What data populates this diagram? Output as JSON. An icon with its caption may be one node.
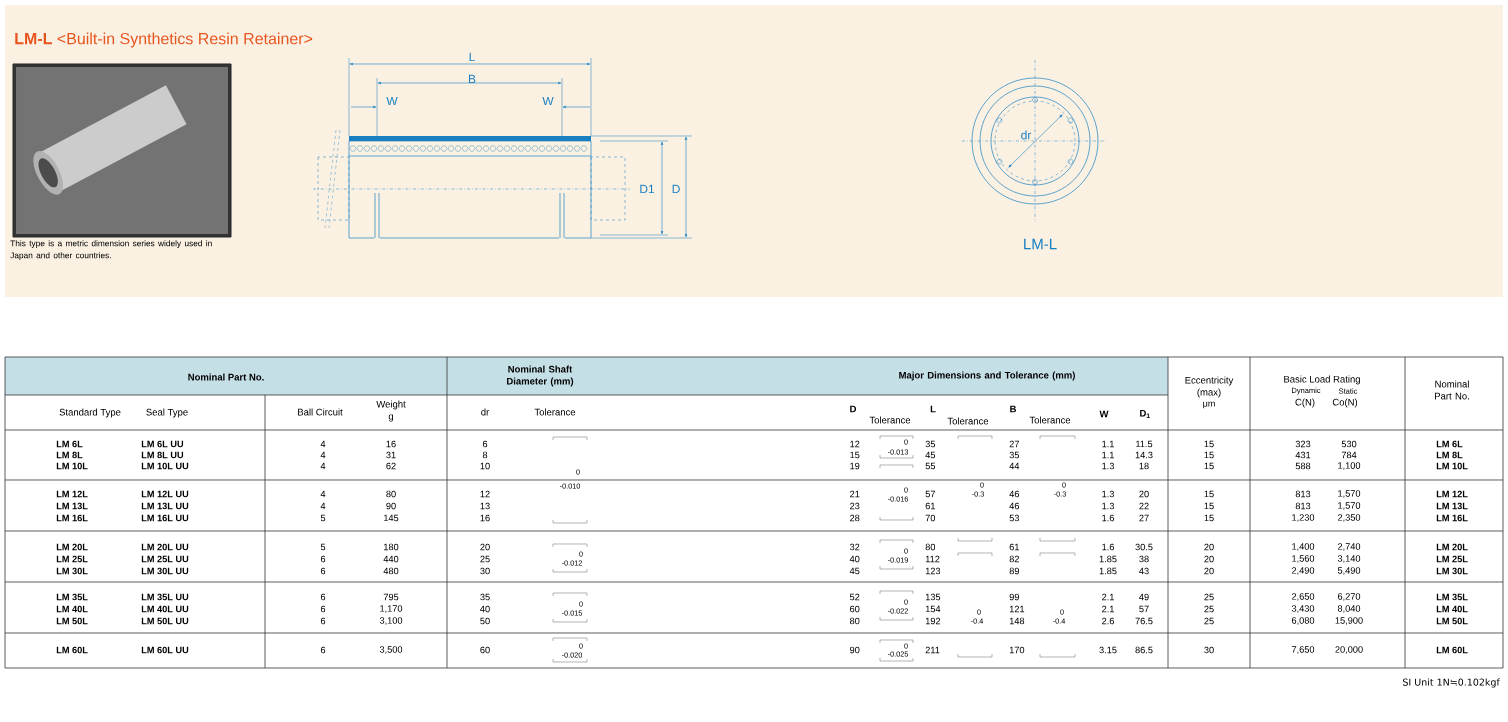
{
  "diagram": {
    "title": "**LM-L** <Built-in Synthetics Resin Retainer>",
    "labels": [
      "This type is a metric dimension series widely used in Japan and other countries.",
      "L",
      "B",
      "W",
      "W",
      "D1",
      "D",
      "dr",
      "LM-L",
      "Nominal Part No.",
      "Nominal Shaft Diameter (mm)",
      "Major Dimensions and Tolerance (mm)",
      "Eccentricity (max)",
      "μm",
      "Basic Load Rating",
      "Dynamic",
      "Static",
      "C(N)",
      "Co(N)",
      "Nominal Part No.",
      "Standard Type",
      "Seal Type",
      "Ball Circuit",
      "Weight",
      "g",
      "dr",
      "Tolerance",
      "D",
      "Tolerance",
      "L",
      "Tolerance",
      "B",
      "Tolerance",
      "W",
      "D$_{1}$",
      "LM 6L",
      "LM 6L UU",
      "4",
      "16",
      "6",
      "12",
      "35",
      "27",
      "1.1",
      "11.5",
      "15",
      "323",
      "530",
      "LM 6L",
      "LM 8L",
      "LM 8L UU",
      "4",
      "31",
      "8",
      "15",
      "45",
      "35",
      "1.1",
      "14.3",
      "15",
      "431",
      "784",
      "LM 8L",
      "LM 10L",
      "LM 10L UU",
      "4",
      "62",
      "10",
      "19",
      "55",
      "44",
      "1.3",
      "18",
      "15",
      "588",
      "1,100",
      "LM 10L",
      "0",
      "-0.013",
      "0",
      "LM 12L",
      "LM 12L UU",
      "4",
      "80",
      "12",
      "21",
      "57",
      "46",
      "1.3",
      "20",
      "15",
      "813",
      "1,570",
      "LM 12L",
      "LM 13L",
      "LM 13L UU",
      "4",
      "90",
      "13",
      "23",
      "61",
      "46",
      "1.3",
      "22",
      "15",
      "813",
      "1,570",
      "LM 13L",
      "LM 16L",
      "LM 16L UU",
      "5",
      "145",
      "16",
      "28",
      "70",
      "53",
      "1.6",
      "27",
      "15",
      "1,230",
      "2,350",
      "LM 16L",
      "-0.010",
      "0",
      "-0.016",
      "0",
      "-0.3",
      "0",
      "-0.3",
      "LM 20L",
      "LM 20L UU",
      "5",
      "180",
      "20",
      "32",
      "80",
      "61",
      "1.6",
      "30.5",
      "20",
      "1,400",
      "2,740",
      "LM 20L",
      "LM 25L",
      "LM 25L UU",
      "6",
      "440",
      "25",
      "40",
      "112",
      "82",
      "1.85",
      "38",
      "20",
      "1,560",
      "3,140",
      "LM 25L",
      "LM 30L",
      "LM 30L UU",
      "6",
      "480",
      "30",
      "45",
      "123",
      "89",
      "1.85",
      "43",
      "20",
      "2,490",
      "5,490",
      "LM 30L",
      "0",
      "-0.012",
      "0",
      "-0.019",
      "LM 35L",
      "LM 35L UU",
      "6",
      "795",
      "35",
      "52",
      "135",
      "99",
      "2.1",
      "49",
      "25",
      "2,650",
      "6,270",
      "LM 35L",
      "LM 40L",
      "LM 40L UU",
      "6",
      "1,170",
      "40",
      "60",
      "154",
      "121",
      "2.1",
      "57",
      "25",
      "3,430",
      "8,040",
      "LM 40L",
      "LM 50L",
      "LM 50L UU",
      "6",
      "3,100",
      "50",
      "80",
      "192",
      "148",
      "2.6",
      "76.5",
      "25",
      "6,080",
      "15,900",
      "LM 50L",
      "0",
      "-0.015",
      "0",
      "-0.022",
      "0",
      "-0.4",
      "0",
      "-0.4",
      "LM 60L",
      "LM 60L UU",
      "6",
      "3,500",
      "60",
      "90",
      "211",
      "170",
      "3.15",
      "86.5",
      "30",
      "7,650",
      "20,000",
      "LM 60L",
      "0",
      "-0.020",
      "0",
      "-0.025",
      "SI Unit 1N≒0.102kgf"
    ]
  }
}
